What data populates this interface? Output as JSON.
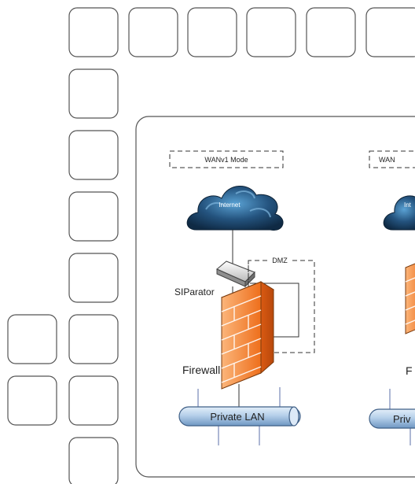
{
  "panels": [
    {
      "mode_label": "WANv1 Mode",
      "cloud_label": "Internet",
      "dmz_label": "DMZ",
      "device_label": "SIParator",
      "firewall_label": "Firewall",
      "lan_label": "Private LAN"
    },
    {
      "mode_label": "WAN",
      "cloud_label": "Int",
      "firewall_label": "F",
      "lan_label": "Priv"
    }
  ],
  "colors": {
    "tile_stroke": "#555555",
    "panel_stroke": "#555555",
    "cloud_dark": "#16324f",
    "cloud_light": "#3f84b8",
    "firewall_orange": "#f07a2a",
    "pipe_light": "#c7dcf0",
    "pipe_dark": "#6f97c2"
  },
  "icons": [
    "cloud-icon",
    "siparator-device-icon",
    "firewall-icon",
    "lan-pipe-icon"
  ]
}
